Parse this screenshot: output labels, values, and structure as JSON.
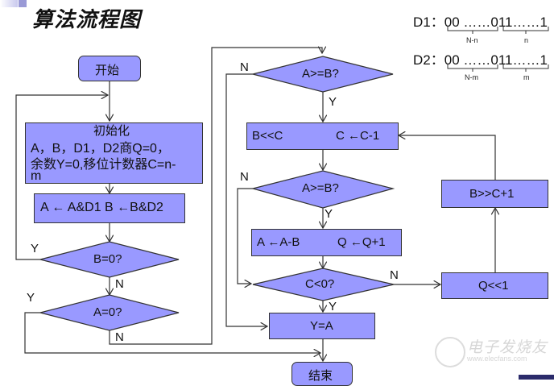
{
  "title": "算法流程图",
  "legend": {
    "d1": {
      "label": "D1：",
      "bits": "00 ……011……1",
      "zeros_brace": "N-n",
      "ones_brace": "n"
    },
    "d2": {
      "label": "D2：",
      "bits": "00 ……011……1",
      "zeros_brace": "N-m",
      "ones_brace": "m"
    }
  },
  "nodes": {
    "start": "开始",
    "init_title": "初始化",
    "init_line1": "A，B，D1，D2商Q=0，",
    "init_line2": "余数Y=0,移位计数器C=n-",
    "init_line3": "m",
    "mask": "A ← A&D1  B ←B&D2",
    "b_zero": "B=0?",
    "a_zero": "A=0?",
    "a_ge_b_1": "A>=B?",
    "shift_left_b": "B<<C",
    "dec_c": "C ←C-1",
    "a_ge_b_2": "A>=B?",
    "sub": "A ←A-B",
    "inc_q": "Q ←Q+1",
    "c_neg": "C<0?",
    "y_eq_a": "Y=A",
    "end": "结束",
    "q_shift": "Q<<1",
    "b_shift_right": "B>>C+1"
  },
  "edge_labels": {
    "yes": "Y",
    "no": "N"
  },
  "watermark": {
    "name": "电子发烧友",
    "url": "www.elecfans.com"
  },
  "colors": {
    "node_fill": "#9999ff",
    "stroke": "#333333"
  }
}
